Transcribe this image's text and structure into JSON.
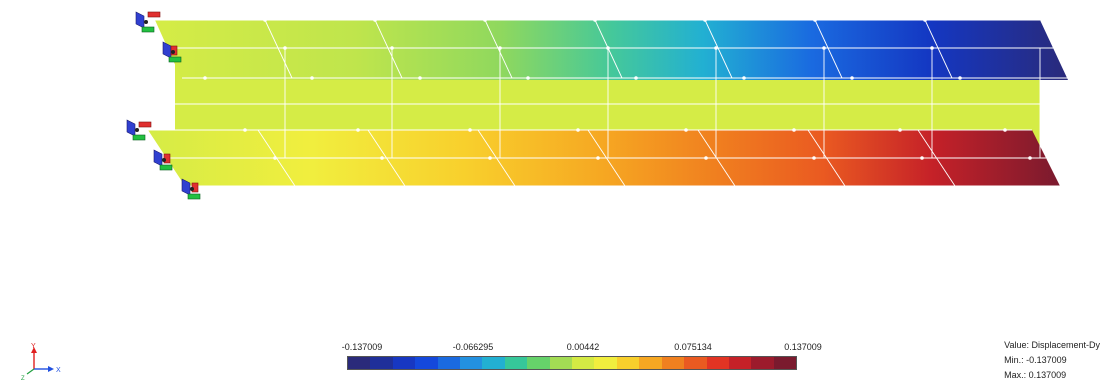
{
  "legend": {
    "ticks": [
      "-0.137009",
      "-0.066295",
      "0.00442",
      "0.075134",
      "0.137009"
    ],
    "colors": [
      "#2a2a7a",
      "#1f2f9a",
      "#1737c2",
      "#1448dc",
      "#1a6ae0",
      "#2391e0",
      "#22b0d2",
      "#36c79a",
      "#66d26a",
      "#a3dc54",
      "#d4ea44",
      "#f1ee3e",
      "#f8cf2c",
      "#f6a722",
      "#f0801f",
      "#ea5a21",
      "#e23423",
      "#c52128",
      "#9c1b2c",
      "#7a1a2e"
    ]
  },
  "info": {
    "value_label": "Value: Displacement-Dy",
    "min_label": "Min.: -0.137009",
    "max_label": "Max.: 0.137009"
  },
  "axes": {
    "y_label": "Y",
    "x_label": "X",
    "z_label": "Z"
  }
}
